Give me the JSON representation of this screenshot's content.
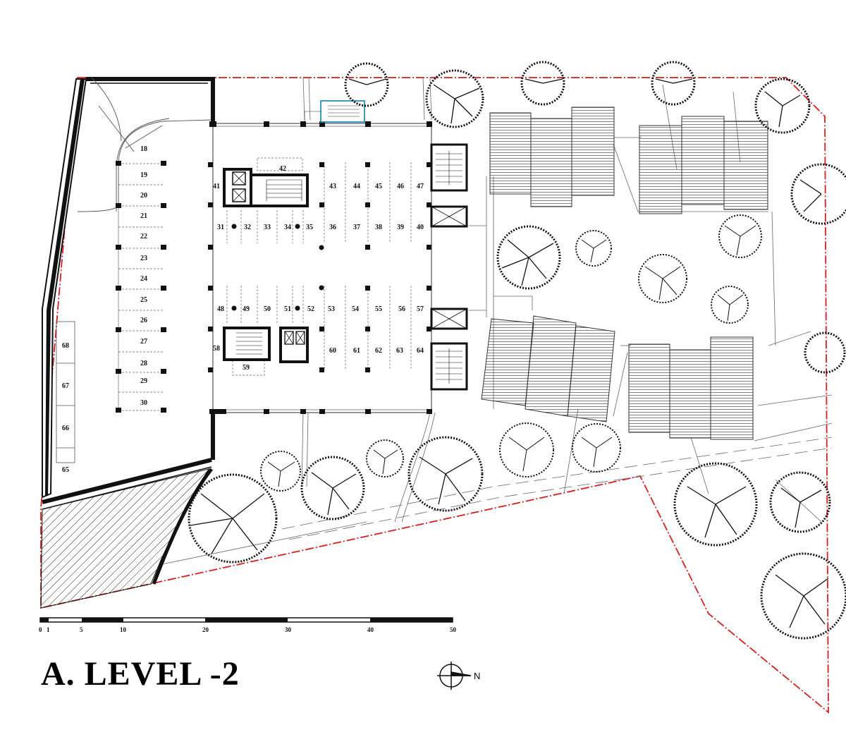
{
  "title": "A. LEVEL -2",
  "north_label": "N",
  "scale_bar": {
    "ticks": [
      {
        "label": "0",
        "value": 0
      },
      {
        "label": "1",
        "value": 1
      },
      {
        "label": "5",
        "value": 5
      },
      {
        "label": "10",
        "value": 10
      },
      {
        "label": "20",
        "value": 20
      },
      {
        "label": "30",
        "value": 30
      },
      {
        "label": "40",
        "value": 40
      },
      {
        "label": "50",
        "value": 50
      }
    ]
  },
  "parking_spaces": {
    "ramp_side": [
      "18",
      "19",
      "20",
      "21",
      "22",
      "23",
      "24",
      "25",
      "26",
      "27",
      "28",
      "29",
      "30"
    ],
    "west_wall": [
      "68",
      "67",
      "66",
      "65"
    ],
    "upper_core": [
      "41",
      "42"
    ],
    "upper_north_row": [
      "43",
      "44",
      "45",
      "46",
      "47"
    ],
    "upper_south_row": [
      "31",
      "32",
      "33",
      "34",
      "35",
      "36",
      "37",
      "38",
      "39",
      "40"
    ],
    "lower_north_row": [
      "48",
      "49",
      "50",
      "51",
      "52",
      "53",
      "54",
      "55",
      "56",
      "57"
    ],
    "lower_core": [
      "58",
      "59"
    ],
    "lower_south_row": [
      "60",
      "61",
      "62",
      "63",
      "64"
    ]
  },
  "colors": {
    "site_boundary": "#d81e1e",
    "wall": "#111111",
    "line": "#444444",
    "stair_highlight": "#2a8fb8"
  }
}
